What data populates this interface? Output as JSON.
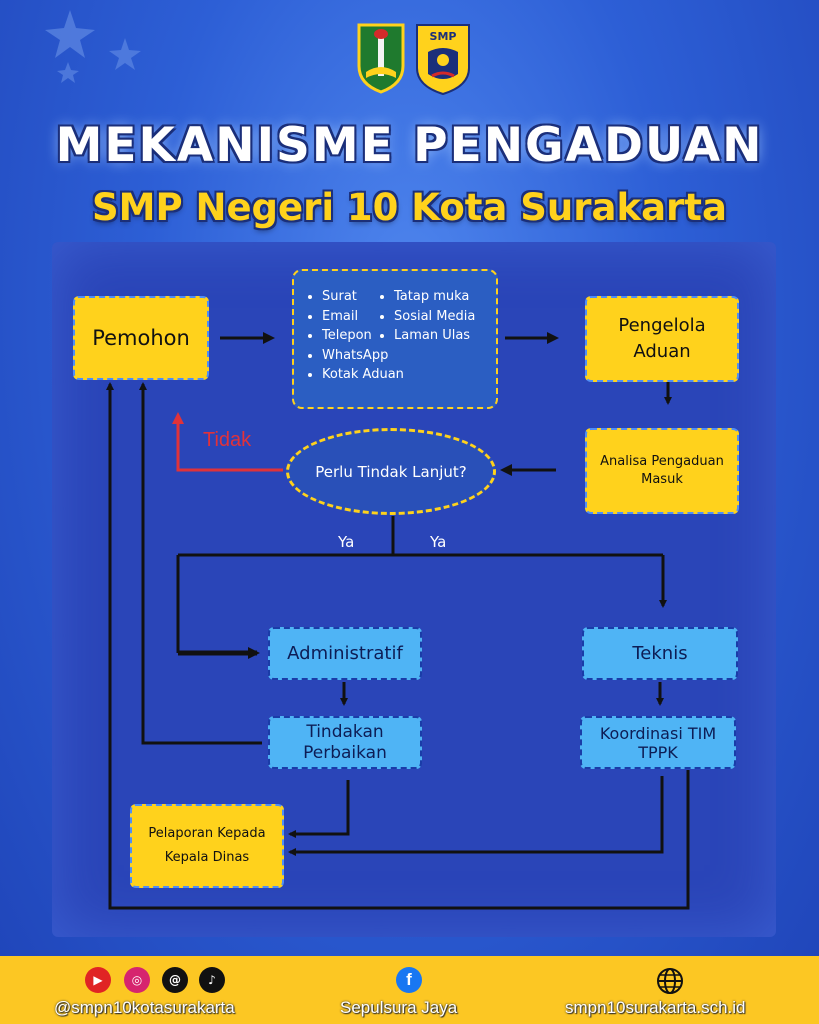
{
  "header": {
    "title": "MEKANISME PENGADUAN",
    "subtitle": "SMP Negeri 10 Kota Surakarta",
    "logo_right_text": "SMP"
  },
  "flow": {
    "pemohon": "Pemohon",
    "channels": {
      "left": [
        "Surat",
        "Email",
        "Telepon",
        "WhatsApp",
        "Kotak Aduan"
      ],
      "right": [
        "Tatap muka",
        "Sosial Media",
        "Laman Ulas"
      ]
    },
    "pengelola": "Pengelola Aduan",
    "analisa": "Analisa Pengaduan Masuk",
    "decision": "Perlu Tindak Lanjut?",
    "tidak_label": "Tidak",
    "ya_left": "Ya",
    "ya_right": "Ya",
    "administratif": "Administratif",
    "teknis": "Teknis",
    "tindakan": "Tindakan Perbaikan",
    "koordinasi": "Koordinasi TIM TPPK",
    "pelaporan": "Pelaporan Kepada Kepala Dinas"
  },
  "footer": {
    "social_handle": "@smpn10kotasurakarta",
    "facebook": "Sepulsura Jaya",
    "website": "smpn10surakarta.sch.id",
    "icons": [
      "youtube-icon",
      "instagram-icon",
      "threads-icon",
      "tiktok-icon",
      "facebook-icon",
      "globe-icon"
    ]
  },
  "colors": {
    "yellow": "#ffd21c",
    "light_blue": "#4fb4f5",
    "navy": "#2a45b8",
    "red_arrow": "#e0323a",
    "footer": "#fcc723"
  }
}
